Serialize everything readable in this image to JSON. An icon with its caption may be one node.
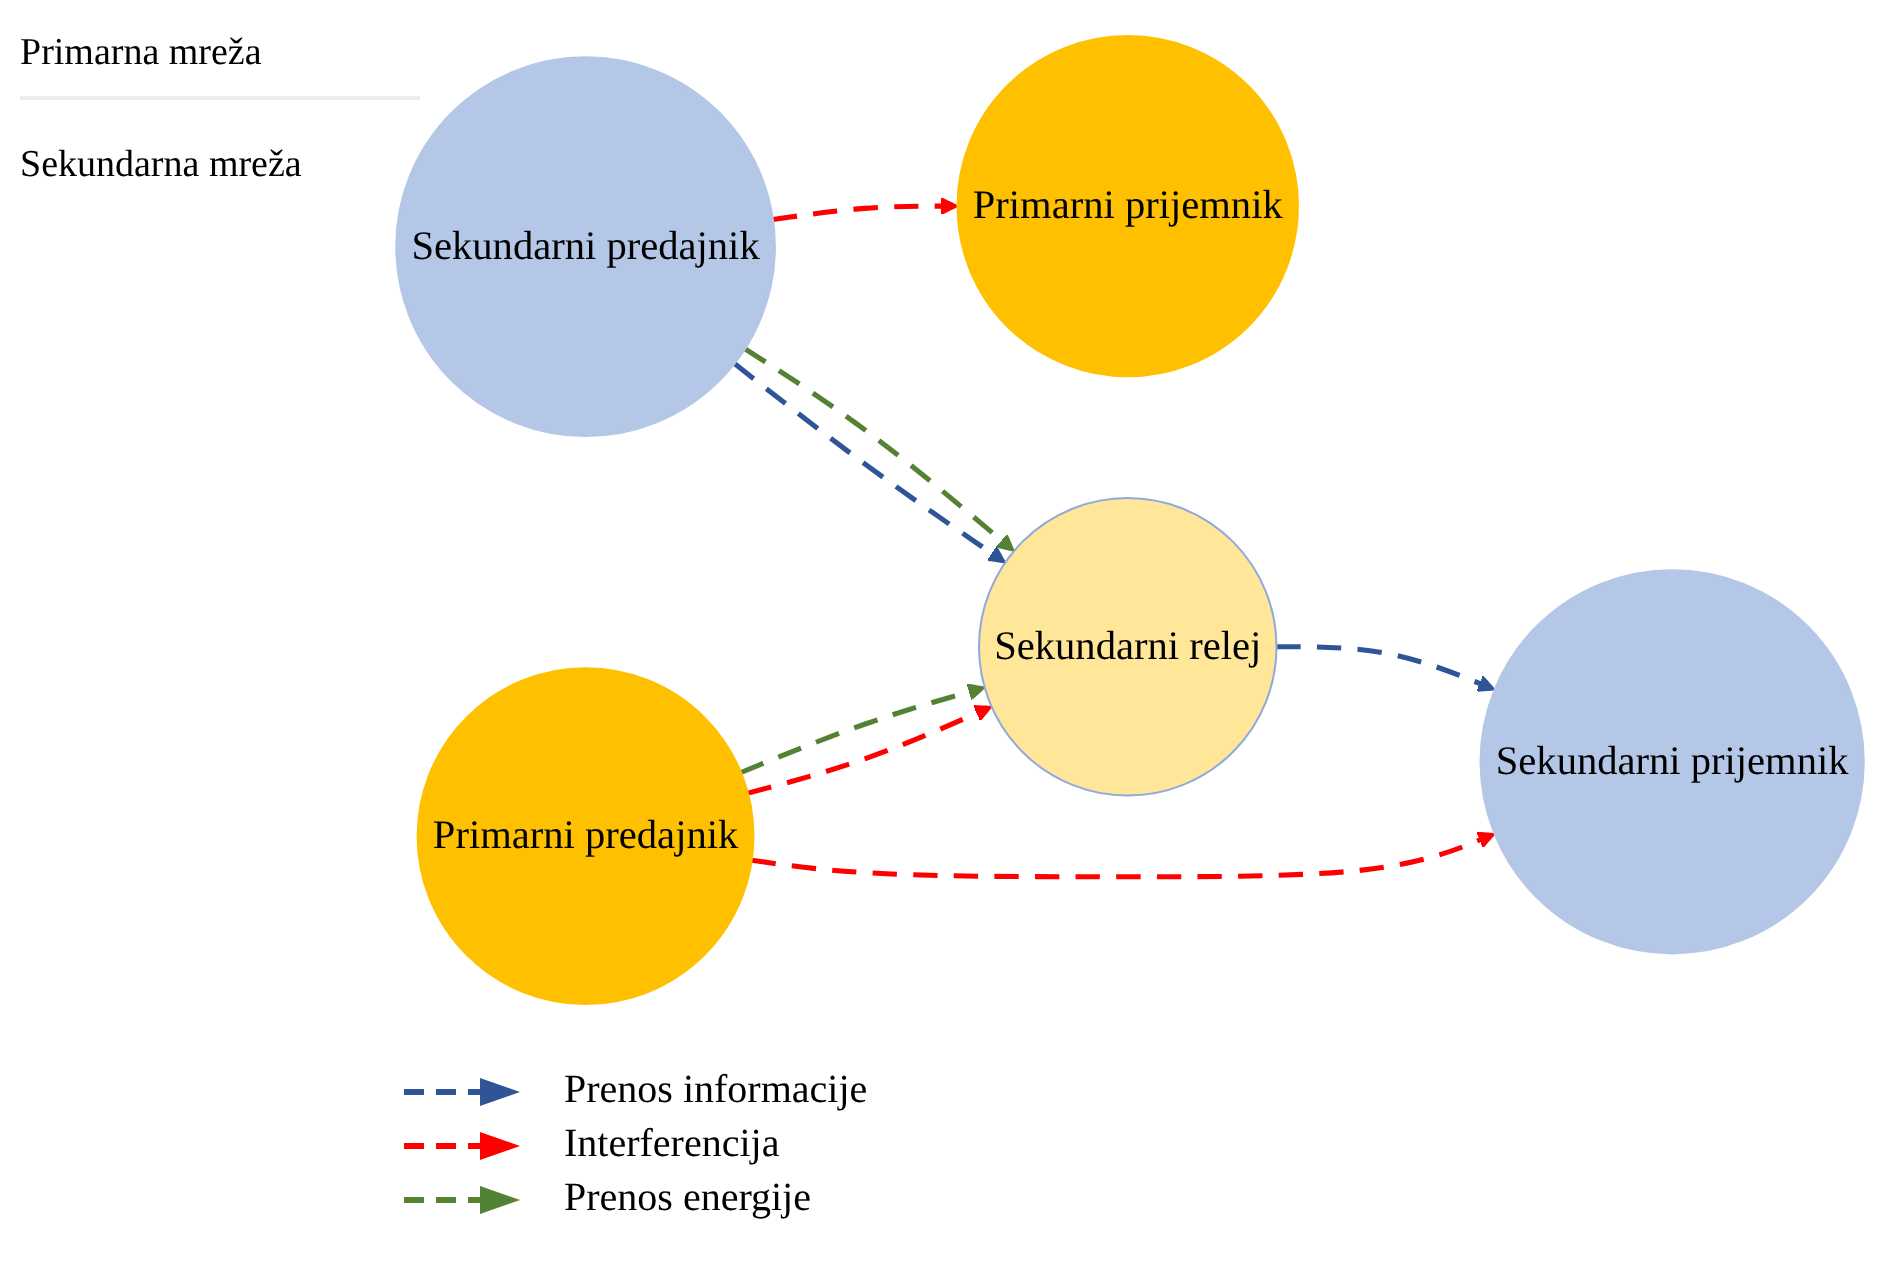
{
  "diagram": {
    "nodes": [
      {
        "text": [
          "Primarni predajnik"
        ]
      },
      {
        "text": [
          "Primarni prijemnik"
        ]
      },
      {
        "text": [
          "Sekundarni predajnik"
        ]
      },
      {
        "text": [
          "Sekundarni relej"
        ]
      },
      {
        "text": [
          "Sekundarni prijemnik"
        ]
      }
    ],
    "edges": [
      {
        "from": 0,
        "to": 4,
        "arrow": "to",
        "style": "dashed"
      },
      {
        "from": 0,
        "to": 3,
        "arrow": "to",
        "style": "dashed"
      },
      {
        "from": 0,
        "to": 3,
        "arrow": "to",
        "style": "dashed",
        "color": "#548235"
      },
      {
        "from": 2,
        "to": 1,
        "arrow": "to",
        "style": "dashed"
      },
      {
        "from": 2,
        "to": 3,
        "arrow": "to",
        "style": "dashed",
        "color": "#2f5597"
      },
      {
        "from": 2,
        "to": 3,
        "arrow": "to",
        "style": "dashed",
        "color": "#548235"
      },
      {
        "from": 3,
        "to": 4,
        "arrow": "to",
        "style": "dashed",
        "color": "#2f5597"
      }
    ],
    "labels": [
      "Primarna mreža",
      "Sekundarna mreža"
    ],
    "legend": [
      {
        "text": "Prenos informacije"
      },
      {
        "text": "Interferencija"
      },
      {
        "text": "Prenos energije"
      }
    ]
  }
}
